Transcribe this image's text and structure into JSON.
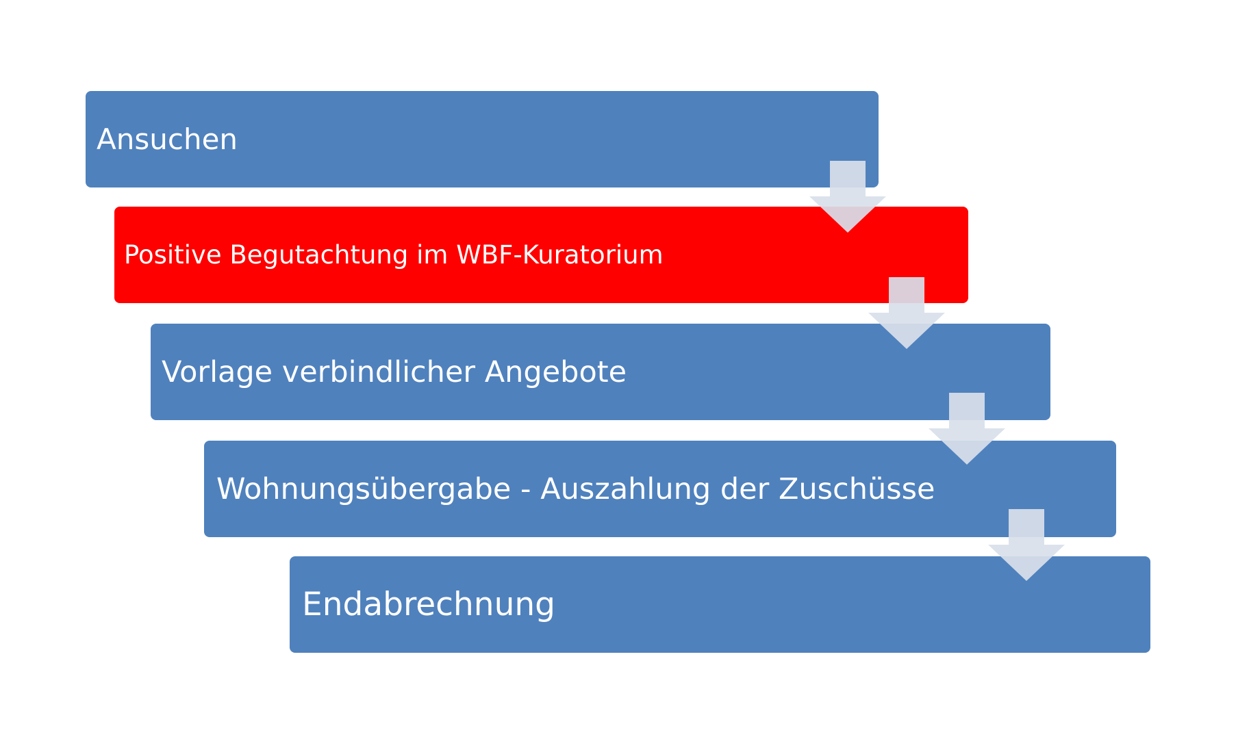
{
  "steps": [
    {
      "label": "Ansuchen",
      "color": "#4f81bd"
    },
    {
      "label": "Positive Begutachtung im WBF-Kuratorium",
      "color": "#ff0000"
    },
    {
      "label": "Vorlage verbindlicher Angebote",
      "color": "#4f81bd"
    },
    {
      "label": "Wohnungsübergabe - Auszahlung der Zuschüsse",
      "color": "#4f81bd"
    },
    {
      "label": "Endabrechnung",
      "color": "#4f81bd"
    }
  ],
  "colors": {
    "step_default": "#4f81bd",
    "step_highlight": "#ff0000",
    "arrow": "#d9dfea",
    "text": "#ffffff"
  }
}
